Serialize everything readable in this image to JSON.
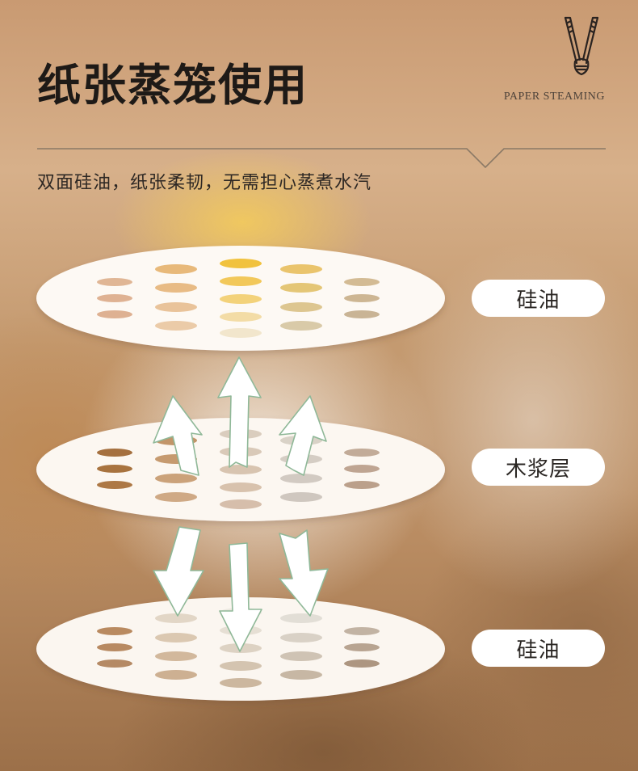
{
  "header": {
    "title": "纸张蒸笼使用",
    "tag": "PAPER STEAMING",
    "icon": "tongs-icon"
  },
  "subtitle": "双面硅油，纸张柔韧，无需担心蒸煮水汽",
  "layers": [
    {
      "label": "硅油"
    },
    {
      "label": "木浆层"
    },
    {
      "label": "硅油"
    }
  ],
  "colors": {
    "accent_line": "#8a7966",
    "arrow_fill": "#ffffff",
    "arrow_stroke": "#8fb898",
    "disc": "#fdf9f4",
    "label_bg": "#ffffff"
  }
}
